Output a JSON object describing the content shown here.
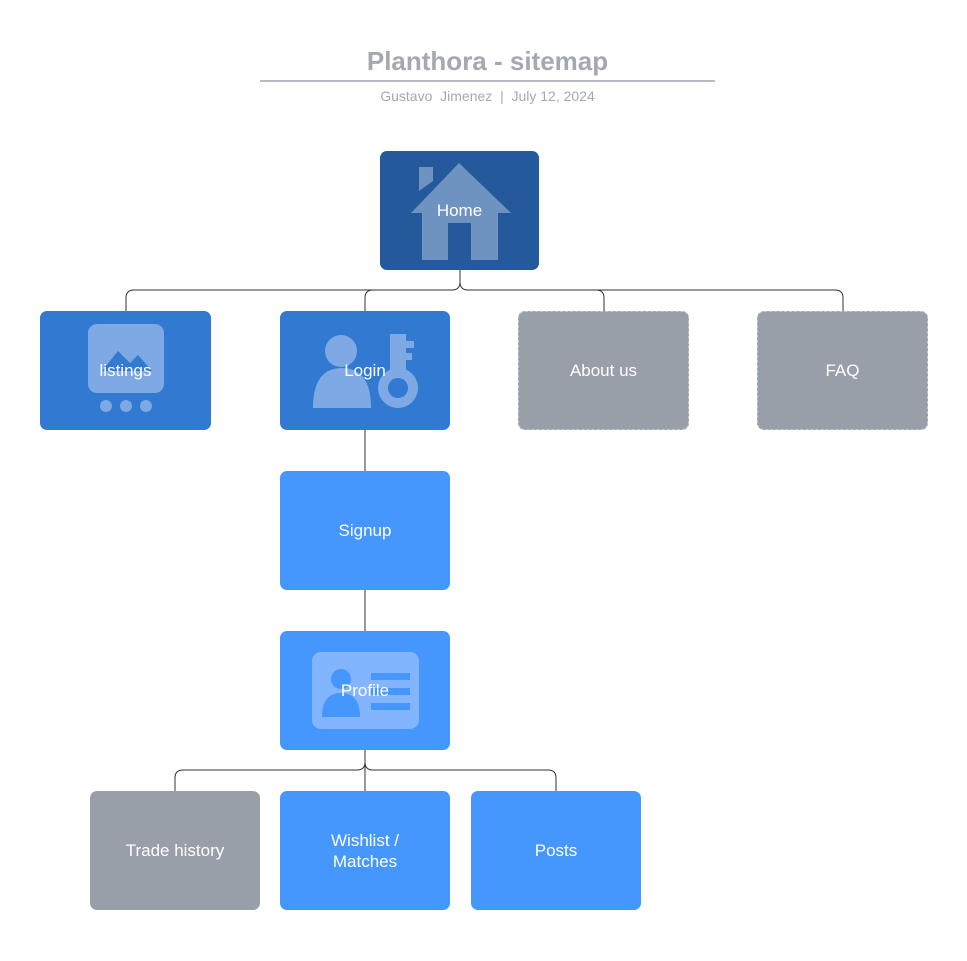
{
  "header": {
    "title": "Planthora - sitemap",
    "author": "Gustavo  Jimenez",
    "separator": "|",
    "date": "July 12, 2024"
  },
  "nodes": {
    "home": "Home",
    "listings": "listings",
    "login": "Login",
    "about": "About us",
    "faq": "FAQ",
    "signup": "Signup",
    "profile": "Profile",
    "trade_history": "Trade history",
    "wishlist": "Wishlist / Matches",
    "posts": "Posts"
  },
  "icons": {
    "home": "house-icon",
    "listings": "image-gallery-icon",
    "login": "user-key-icon",
    "profile": "id-card-icon"
  },
  "colors": {
    "dark_blue": "#245a9c",
    "mid_blue": "#3179d1",
    "light_blue": "#4596fd",
    "gray": "#999fa9",
    "connector": "#333333",
    "title": "#a3a8b2"
  }
}
